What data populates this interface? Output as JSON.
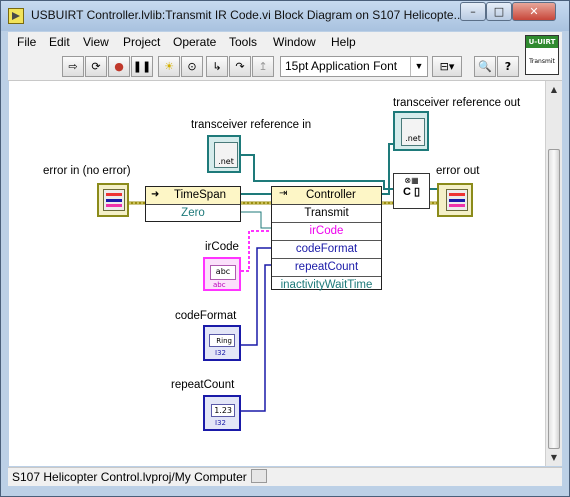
{
  "window": {
    "title": "USBUIRT Controller.lvlib:Transmit IR Code.vi Block Diagram on S107 Helicopte...",
    "min": "–",
    "max": "□",
    "close": "✕"
  },
  "menu": [
    "File",
    "Edit",
    "View",
    "Project",
    "Operate",
    "Tools",
    "Window",
    "Help"
  ],
  "toolbar": {
    "font": "15pt Application Font",
    "icons": [
      "run-arrow",
      "run-continuously",
      "abort",
      "pause",
      "highlight-execution",
      "retain-wire-values",
      "step-into",
      "step-over",
      "step-out",
      "align-objects",
      "search",
      "context-help"
    ]
  },
  "connector_icon": {
    "top": "U-UIRT",
    "bottom": "Transmit"
  },
  "diagram": {
    "labels": {
      "error_in": "error in (no error)",
      "transceiver_in": "transceiver reference in",
      "transceiver_out": "transceiver reference out",
      "error_out": "error out",
      "ir_code": "irCode",
      "code_format": "codeFormat",
      "repeat_count": "repeatCount"
    },
    "timespan": {
      "header": "TimeSpan",
      "row": "Zero"
    },
    "controller": {
      "header": "Controller",
      "rows": [
        "Transmit",
        "irCode",
        "codeFormat",
        "repeatCount",
        "inactivityWaitTime"
      ]
    },
    "term_text": {
      "abc": "abc",
      "ring": "Ring",
      "i32": "I32",
      "num": "1.23",
      "net": ".net",
      "dbl": "I32"
    },
    "colors": {
      "error": "#8b8b1a",
      "refnum": "#1e7a7a",
      "string": "#ff33ff",
      "int": "#1a1aa8",
      "error_wire": "#9a8d10"
    }
  },
  "status": "S107 Helicopter Control.lvproj/My Computer"
}
